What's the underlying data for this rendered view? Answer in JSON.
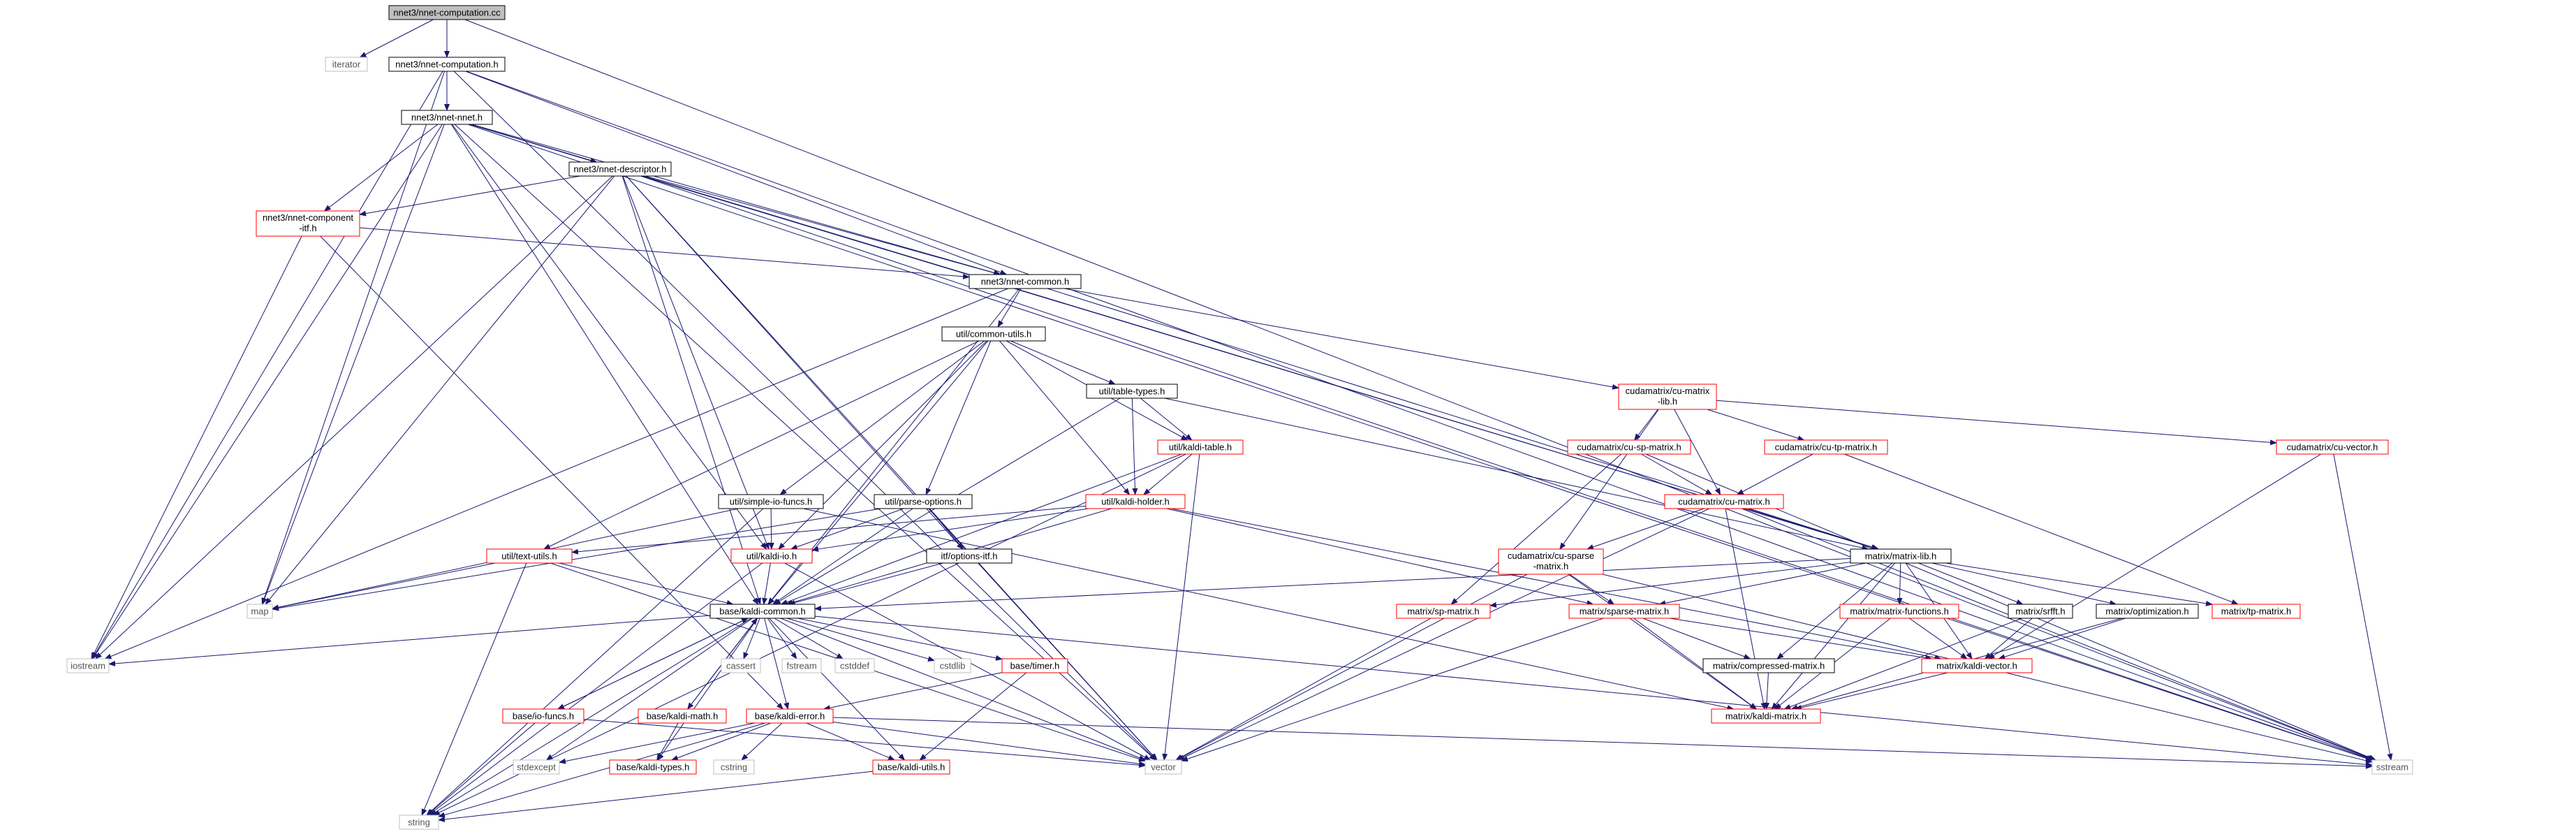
{
  "nodes": [
    {
      "id": "root",
      "label": "nnet3/nnet-computation.cc",
      "kind": "root"
    },
    {
      "id": "iterator",
      "label": "iterator",
      "kind": "sys"
    },
    {
      "id": "nnetcomp_h",
      "label": "nnet3/nnet-computation.h",
      "kind": "doc"
    },
    {
      "id": "nnetnnet_h",
      "label": "nnet3/nnet-nnet.h",
      "kind": "doc"
    },
    {
      "id": "descriptor_h",
      "label": "nnet3/nnet-descriptor.h",
      "kind": "doc"
    },
    {
      "id": "compitf_h",
      "label": [
        "nnet3/nnet-component",
        "-itf.h"
      ],
      "kind": "nodoc"
    },
    {
      "id": "common_h",
      "label": "nnet3/nnet-common.h",
      "kind": "doc"
    },
    {
      "id": "commonutils_h",
      "label": "util/common-utils.h",
      "kind": "doc"
    },
    {
      "id": "tabletypes_h",
      "label": "util/table-types.h",
      "kind": "doc"
    },
    {
      "id": "kalditable_h",
      "label": "util/kaldi-table.h",
      "kind": "nodoc"
    },
    {
      "id": "kaldiholder_h",
      "label": "util/kaldi-holder.h",
      "kind": "nodoc"
    },
    {
      "id": "simpleio_h",
      "label": "util/simple-io-funcs.h",
      "kind": "doc"
    },
    {
      "id": "parseopt_h",
      "label": "util/parse-options.h",
      "kind": "doc"
    },
    {
      "id": "textutils_h",
      "label": "util/text-utils.h",
      "kind": "nodoc"
    },
    {
      "id": "kaldiio_h",
      "label": "util/kaldi-io.h",
      "kind": "nodoc"
    },
    {
      "id": "optionsitf_h",
      "label": "itf/options-itf.h",
      "kind": "doc"
    },
    {
      "id": "map",
      "label": "map",
      "kind": "sys"
    },
    {
      "id": "iostream",
      "label": "iostream",
      "kind": "sys"
    },
    {
      "id": "kaldicommon_h",
      "label": "base/kaldi-common.h",
      "kind": "doc"
    },
    {
      "id": "cassert",
      "label": "cassert",
      "kind": "sys"
    },
    {
      "id": "fstream",
      "label": "fstream",
      "kind": "sys"
    },
    {
      "id": "cstddef",
      "label": "cstddef",
      "kind": "sys"
    },
    {
      "id": "cstdlib",
      "label": "cstdlib",
      "kind": "sys"
    },
    {
      "id": "timer_h",
      "label": "base/timer.h",
      "kind": "nodoc"
    },
    {
      "id": "iofuncs_h",
      "label": "base/io-funcs.h",
      "kind": "nodoc"
    },
    {
      "id": "kaldimath_h",
      "label": "base/kaldi-math.h",
      "kind": "nodoc"
    },
    {
      "id": "kaldierror_h",
      "label": "base/kaldi-error.h",
      "kind": "nodoc"
    },
    {
      "id": "stdexcept",
      "label": "stdexcept",
      "kind": "sys"
    },
    {
      "id": "kalditypes_h",
      "label": "base/kaldi-types.h",
      "kind": "nodoc"
    },
    {
      "id": "cstring",
      "label": "cstring",
      "kind": "sys"
    },
    {
      "id": "kaldiutils_h",
      "label": "base/kaldi-utils.h",
      "kind": "nodoc"
    },
    {
      "id": "string",
      "label": "string",
      "kind": "sys"
    },
    {
      "id": "vector",
      "label": "vector",
      "kind": "sys"
    },
    {
      "id": "sstream",
      "label": "sstream",
      "kind": "sys"
    },
    {
      "id": "cumatrixlib_h",
      "label": [
        "cudamatrix/cu-matrix",
        "-lib.h"
      ],
      "kind": "nodoc"
    },
    {
      "id": "cuspmatrix_h",
      "label": "cudamatrix/cu-sp-matrix.h",
      "kind": "nodoc"
    },
    {
      "id": "cutpmatrix_h",
      "label": "cudamatrix/cu-tp-matrix.h",
      "kind": "nodoc"
    },
    {
      "id": "cuvector_h",
      "label": "cudamatrix/cu-vector.h",
      "kind": "nodoc"
    },
    {
      "id": "cumatrix_h",
      "label": "cudamatrix/cu-matrix.h",
      "kind": "nodoc"
    },
    {
      "id": "cusparse_h",
      "label": [
        "cudamatrix/cu-sparse",
        "-matrix.h"
      ],
      "kind": "nodoc"
    },
    {
      "id": "matrixlib_h",
      "label": "matrix/matrix-lib.h",
      "kind": "doc"
    },
    {
      "id": "spmatrix_h",
      "label": "matrix/sp-matrix.h",
      "kind": "nodoc"
    },
    {
      "id": "sparsematrix_h",
      "label": "matrix/sparse-matrix.h",
      "kind": "nodoc"
    },
    {
      "id": "matrixfunctions_h",
      "label": "matrix/matrix-functions.h",
      "kind": "nodoc"
    },
    {
      "id": "srfft_h",
      "label": "matrix/srfft.h",
      "kind": "doc"
    },
    {
      "id": "optimization_h",
      "label": "matrix/optimization.h",
      "kind": "doc"
    },
    {
      "id": "tpmatrix_h",
      "label": "matrix/tp-matrix.h",
      "kind": "nodoc"
    },
    {
      "id": "compressedmatrix_h",
      "label": "matrix/compressed-matrix.h",
      "kind": "doc"
    },
    {
      "id": "kaldivector_h",
      "label": "matrix/kaldi-vector.h",
      "kind": "nodoc"
    },
    {
      "id": "kaldimatrix_h",
      "label": "matrix/kaldi-matrix.h",
      "kind": "nodoc"
    }
  ],
  "edges": [
    [
      "root",
      "iterator"
    ],
    [
      "root",
      "nnetcomp_h"
    ],
    [
      "root",
      "sstream"
    ],
    [
      "nnetcomp_h",
      "nnetnnet_h"
    ],
    [
      "nnetcomp_h",
      "common_h"
    ],
    [
      "nnetcomp_h",
      "iostream"
    ],
    [
      "nnetcomp_h",
      "map"
    ],
    [
      "nnetcomp_h",
      "vector"
    ],
    [
      "nnetcomp_h",
      "sstream"
    ],
    [
      "nnetnnet_h",
      "descriptor_h"
    ],
    [
      "nnetnnet_h",
      "compitf_h"
    ],
    [
      "nnetnnet_h",
      "common_h"
    ],
    [
      "nnetnnet_h",
      "kaldicommon_h"
    ],
    [
      "nnetnnet_h",
      "kaldiio_h"
    ],
    [
      "nnetnnet_h",
      "matrixlib_h"
    ],
    [
      "nnetnnet_h",
      "iostream"
    ],
    [
      "nnetnnet_h",
      "map"
    ],
    [
      "nnetnnet_h",
      "vector"
    ],
    [
      "nnetnnet_h",
      "sstream"
    ],
    [
      "descriptor_h",
      "compitf_h"
    ],
    [
      "descriptor_h",
      "common_h"
    ],
    [
      "descriptor_h",
      "kaldicommon_h"
    ],
    [
      "descriptor_h",
      "kaldiio_h"
    ],
    [
      "descriptor_h",
      "optionsitf_h"
    ],
    [
      "descriptor_h",
      "matrixlib_h"
    ],
    [
      "descriptor_h",
      "iostream"
    ],
    [
      "descriptor_h",
      "map"
    ],
    [
      "descriptor_h",
      "vector"
    ],
    [
      "descriptor_h",
      "sstream"
    ],
    [
      "compitf_h",
      "common_h"
    ],
    [
      "compitf_h",
      "iostream"
    ],
    [
      "compitf_h",
      "kaldierror_h"
    ],
    [
      "common_h",
      "commonutils_h"
    ],
    [
      "common_h",
      "kaldicommon_h"
    ],
    [
      "common_h",
      "cumatrixlib_h"
    ],
    [
      "common_h",
      "matrixlib_h"
    ],
    [
      "common_h",
      "iostream"
    ],
    [
      "commonutils_h",
      "tabletypes_h"
    ],
    [
      "commonutils_h",
      "kalditable_h"
    ],
    [
      "commonutils_h",
      "kaldiholder_h"
    ],
    [
      "commonutils_h",
      "simpleio_h"
    ],
    [
      "commonutils_h",
      "parseopt_h"
    ],
    [
      "commonutils_h",
      "textutils_h"
    ],
    [
      "commonutils_h",
      "kaldiio_h"
    ],
    [
      "commonutils_h",
      "kaldicommon_h"
    ],
    [
      "tabletypes_h",
      "kalditable_h"
    ],
    [
      "tabletypes_h",
      "kaldiholder_h"
    ],
    [
      "tabletypes_h",
      "matrixlib_h"
    ],
    [
      "tabletypes_h",
      "kaldicommon_h"
    ],
    [
      "kalditable_h",
      "kaldiholder_h"
    ],
    [
      "kalditable_h",
      "kaldicommon_h"
    ],
    [
      "kalditable_h",
      "vector"
    ],
    [
      "kalditable_h",
      "string"
    ],
    [
      "kaldiholder_h",
      "kaldiio_h"
    ],
    [
      "kaldiholder_h",
      "textutils_h"
    ],
    [
      "kaldiholder_h",
      "sparsematrix_h"
    ],
    [
      "kaldiholder_h",
      "kaldivector_h"
    ],
    [
      "kaldiholder_h",
      "kaldicommon_h"
    ],
    [
      "simpleio_h",
      "kaldiio_h"
    ],
    [
      "simpleio_h",
      "map"
    ],
    [
      "simpleio_h",
      "string"
    ],
    [
      "simpleio_h",
      "kaldimatrix_h"
    ],
    [
      "parseopt_h",
      "kaldiio_h"
    ],
    [
      "parseopt_h",
      "optionsitf_h"
    ],
    [
      "parseopt_h",
      "kaldicommon_h"
    ],
    [
      "parseopt_h",
      "map"
    ],
    [
      "parseopt_h",
      "vector"
    ],
    [
      "textutils_h",
      "map"
    ],
    [
      "textutils_h",
      "string"
    ],
    [
      "textutils_h",
      "vector"
    ],
    [
      "textutils_h",
      "kaldicommon_h"
    ],
    [
      "kaldiio_h",
      "kaldicommon_h"
    ],
    [
      "kaldiio_h",
      "string"
    ],
    [
      "kaldiio_h",
      "vector"
    ],
    [
      "optionsitf_h",
      "kaldicommon_h"
    ],
    [
      "kaldicommon_h",
      "iostream"
    ],
    [
      "kaldicommon_h",
      "cassert"
    ],
    [
      "kaldicommon_h",
      "fstream"
    ],
    [
      "kaldicommon_h",
      "cstddef"
    ],
    [
      "kaldicommon_h",
      "cstdlib"
    ],
    [
      "kaldicommon_h",
      "timer_h"
    ],
    [
      "kaldicommon_h",
      "iofuncs_h"
    ],
    [
      "kaldicommon_h",
      "kaldimath_h"
    ],
    [
      "kaldicommon_h",
      "kaldierror_h"
    ],
    [
      "kaldicommon_h",
      "kalditypes_h"
    ],
    [
      "kaldicommon_h",
      "kaldiutils_h"
    ],
    [
      "kaldicommon_h",
      "stdexcept"
    ],
    [
      "kaldicommon_h",
      "string"
    ],
    [
      "kaldicommon_h",
      "vector"
    ],
    [
      "kaldicommon_h",
      "sstream"
    ],
    [
      "timer_h",
      "kaldierror_h"
    ],
    [
      "timer_h",
      "kaldiutils_h"
    ],
    [
      "iofuncs_h",
      "string"
    ],
    [
      "iofuncs_h",
      "vector"
    ],
    [
      "iofuncs_h",
      "kaldicommon_h"
    ],
    [
      "kaldimath_h",
      "kalditypes_h"
    ],
    [
      "kaldimath_h",
      "kaldicommon_h"
    ],
    [
      "kaldierror_h",
      "stdexcept"
    ],
    [
      "kaldierror_h",
      "kalditypes_h"
    ],
    [
      "kaldierror_h",
      "cstring"
    ],
    [
      "kaldierror_h",
      "kaldiutils_h"
    ],
    [
      "kaldierror_h",
      "string"
    ],
    [
      "kaldierror_h",
      "vector"
    ],
    [
      "kaldierror_h",
      "sstream"
    ],
    [
      "kaldiutils_h",
      "string"
    ],
    [
      "cumatrixlib_h",
      "cuspmatrix_h"
    ],
    [
      "cumatrixlib_h",
      "cutpmatrix_h"
    ],
    [
      "cumatrixlib_h",
      "cuvector_h"
    ],
    [
      "cumatrixlib_h",
      "cumatrix_h"
    ],
    [
      "cumatrixlib_h",
      "cusparse_h"
    ],
    [
      "cuspmatrix_h",
      "cumatrix_h"
    ],
    [
      "cuspmatrix_h",
      "spmatrix_h"
    ],
    [
      "cuspmatrix_h",
      "sstream"
    ],
    [
      "cutpmatrix_h",
      "cumatrix_h"
    ],
    [
      "cutpmatrix_h",
      "tpmatrix_h"
    ],
    [
      "cuvector_h",
      "kaldivector_h"
    ],
    [
      "cuvector_h",
      "sstream"
    ],
    [
      "cumatrix_h",
      "cusparse_h"
    ],
    [
      "cumatrix_h",
      "matrixlib_h"
    ],
    [
      "cumatrix_h",
      "kaldimatrix_h"
    ],
    [
      "cumatrix_h",
      "vector"
    ],
    [
      "cumatrix_h",
      "sstream"
    ],
    [
      "cusparse_h",
      "sparsematrix_h"
    ],
    [
      "cusparse_h",
      "kaldimatrix_h"
    ],
    [
      "cusparse_h",
      "vector"
    ],
    [
      "cusparse_h",
      "sstream"
    ],
    [
      "matrixlib_h",
      "kaldicommon_h"
    ],
    [
      "matrixlib_h",
      "spmatrix_h"
    ],
    [
      "matrixlib_h",
      "sparsematrix_h"
    ],
    [
      "matrixlib_h",
      "matrixfunctions_h"
    ],
    [
      "matrixlib_h",
      "srfft_h"
    ],
    [
      "matrixlib_h",
      "optimization_h"
    ],
    [
      "matrixlib_h",
      "tpmatrix_h"
    ],
    [
      "matrixlib_h",
      "compressedmatrix_h"
    ],
    [
      "matrixlib_h",
      "kaldivector_h"
    ],
    [
      "matrixlib_h",
      "kaldimatrix_h"
    ],
    [
      "spmatrix_h",
      "vector"
    ],
    [
      "sparsematrix_h",
      "compressedmatrix_h"
    ],
    [
      "sparsematrix_h",
      "kaldivector_h"
    ],
    [
      "sparsematrix_h",
      "kaldimatrix_h"
    ],
    [
      "sparsematrix_h",
      "vector"
    ],
    [
      "matrixfunctions_h",
      "kaldivector_h"
    ],
    [
      "matrixfunctions_h",
      "kaldimatrix_h"
    ],
    [
      "srfft_h",
      "kaldivector_h"
    ],
    [
      "srfft_h",
      "kaldimatrix_h"
    ],
    [
      "optimization_h",
      "kaldivector_h"
    ],
    [
      "optimization_h",
      "kaldimatrix_h"
    ],
    [
      "compressedmatrix_h",
      "kaldimatrix_h"
    ],
    [
      "kaldivector_h",
      "kaldimatrix_h"
    ]
  ],
  "colors": {
    "edge": "#191970",
    "doc_border": "#000000",
    "nodoc_border": "#ff0000",
    "sys_border": "#bfbfbf",
    "root_fill": "#bfbfbf",
    "fill": "#ffffff"
  }
}
